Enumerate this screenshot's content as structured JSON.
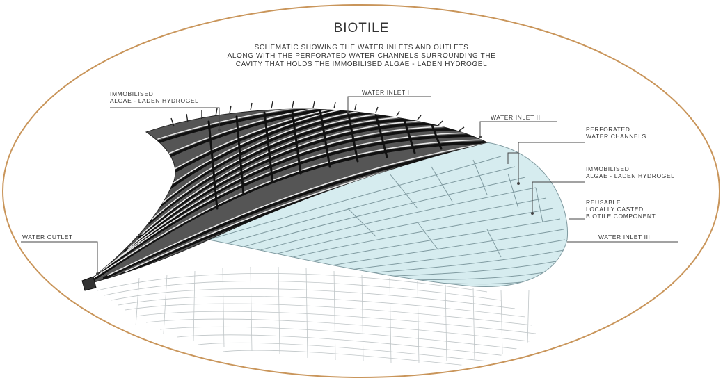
{
  "title": "BIOTILE",
  "subtitle": {
    "line1": "SCHEMATIC SHOWING THE WATER INLETS AND OUTLETS",
    "line2": "ALONG WITH THE PERFORATED WATER CHANNELS SURROUNDING THE",
    "line3": "CAVITY THAT HOLDS THE IMMOBILISED ALGAE - LADEN HYDROGEL"
  },
  "labels": {
    "hydrogel_left": {
      "line1": "IMMOBILISED",
      "line2": "ALGAE - LADEN HYDROGEL"
    },
    "water_inlet_1": "WATER INLET I",
    "water_inlet_2": "WATER INLET II",
    "perforated_channels": {
      "line1": "PERFORATED",
      "line2": "WATER CHANNELS"
    },
    "hydrogel_right": {
      "line1": "IMMOBILISED",
      "line2": "ALGAE - LADEN HYDROGEL"
    },
    "biotile_component": {
      "line1": "REUSABLE",
      "line2": "LOCALLY CASTED",
      "line3": "BIOTILE COMPONENT"
    },
    "water_inlet_3": "WATER INLET III",
    "water_outlet": "WATER OUTLET"
  },
  "colors": {
    "frame": "#c9955a",
    "dark_ridges": "#2a2a2a",
    "light_channels": "#d6ecef",
    "channel_lines": "#7f9aa0",
    "leader_lines": "#444444"
  }
}
